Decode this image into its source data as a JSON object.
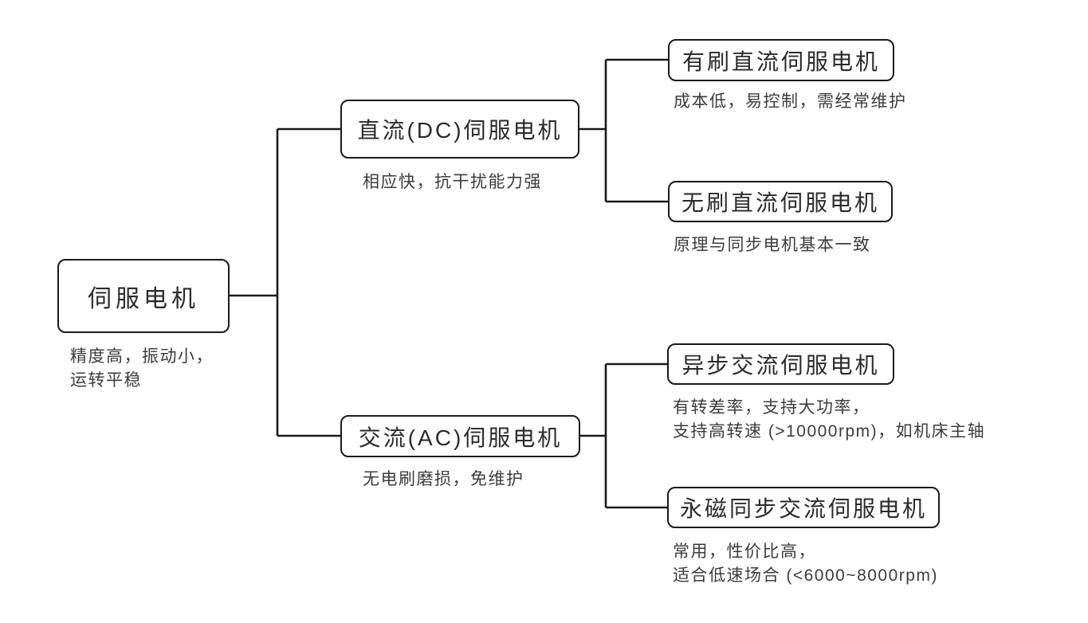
{
  "colors": {
    "line": "#1a1a1a",
    "box_border": "#1a1a1a",
    "label_text": "#2b2b2b",
    "note_text": "#3c3c3c",
    "background": "#ffffff"
  },
  "nodes": {
    "root": {
      "label": "伺服电机",
      "note": "精度高，振动小，\n运转平稳"
    },
    "dc": {
      "label": "直流(DC)伺服电机",
      "note": "相应快，抗干扰能力强"
    },
    "dc_brushed": {
      "label": "有刷直流伺服电机",
      "note": "成本低，易控制，需经常维护"
    },
    "dc_brushless": {
      "label": "无刷直流伺服电机",
      "note": "原理与同步电机基本一致"
    },
    "ac": {
      "label": "交流(AC)伺服电机",
      "note": "无电刷磨损，免维护"
    },
    "ac_async": {
      "label": "异步交流伺服电机",
      "note": "有转差率，支持大功率，\n支持高转速 (>10000rpm)，如机床主轴"
    },
    "ac_pmsm": {
      "label": "永磁同步交流伺服电机",
      "note": "常用，性价比高，\n适合低速场合 (<6000~8000rpm)"
    }
  }
}
